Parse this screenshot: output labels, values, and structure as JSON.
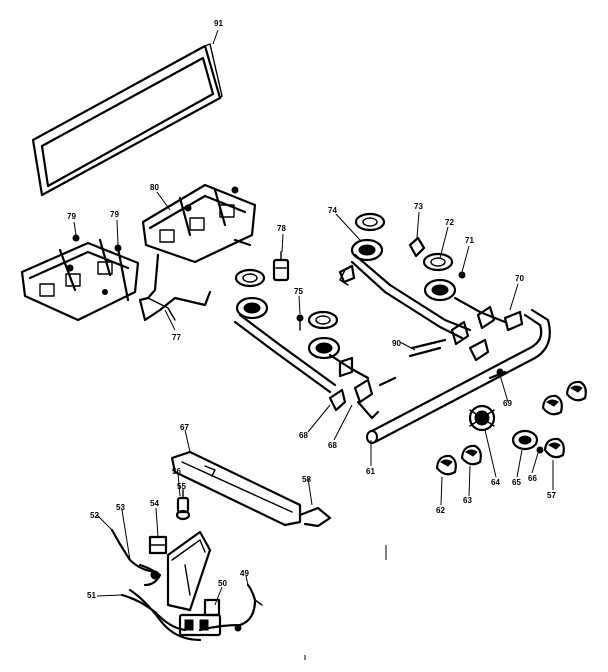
{
  "callouts": {
    "c91": "91",
    "c79a": "79",
    "c79b": "79",
    "c80": "80",
    "c78": "78",
    "c77": "77",
    "c74": "74",
    "c73": "73",
    "c72": "72",
    "c71": "71",
    "c70": "70",
    "c75": "75",
    "c90": "90",
    "c69": "69",
    "c68": "68",
    "c61": "61",
    "c67": "67",
    "c56": "56",
    "c55": "55",
    "c54": "54",
    "c53": "53",
    "c52": "52",
    "c58": "58",
    "c51": "51",
    "c50": "50",
    "c49": "49",
    "c62": "62",
    "c63": "63",
    "c64": "64",
    "c65": "65",
    "c66": "66",
    "c57": "57"
  }
}
